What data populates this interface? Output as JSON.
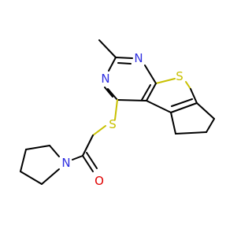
{
  "molecule": {
    "atoms": {
      "n_top": {
        "symbol": "N",
        "color": "#2f2fe0"
      },
      "n_left": {
        "symbol": "N",
        "color": "#2f2fe0"
      },
      "s_ring": {
        "symbol": "S",
        "color": "#c8c000"
      },
      "s_link": {
        "symbol": "S",
        "color": "#c8c000"
      },
      "n_amide": {
        "symbol": "N",
        "color": "#2f2fe0"
      },
      "o_carbonyl": {
        "symbol": "O",
        "color": "#e00000"
      }
    }
  }
}
